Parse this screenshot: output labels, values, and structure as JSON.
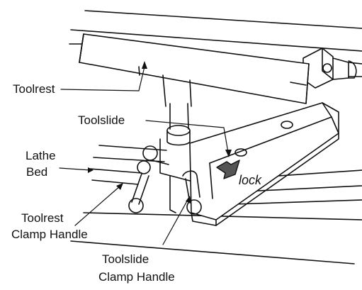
{
  "labels": {
    "toolrest": "Toolrest",
    "toolslide": "Toolslide",
    "lathe_bed_line1": "Lathe",
    "lathe_bed_line2": "Bed",
    "lock": "lock",
    "toolrest_clamp_line1": "Toolrest",
    "toolrest_clamp_line2": "Clamp Handle",
    "toolslide_clamp_line1": "Toolslide",
    "toolslide_clamp_line2": "Clamp Handle"
  },
  "colors": {
    "ink": "#111111",
    "background": "#ffffff",
    "arrow_fill": "#555555"
  }
}
